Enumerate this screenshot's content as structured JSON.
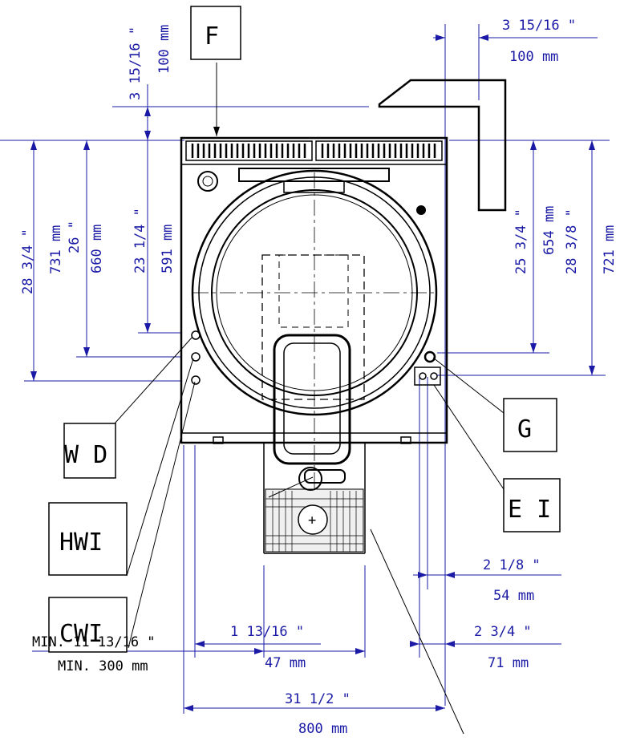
{
  "labels": {
    "F": "F",
    "G": "G",
    "EI": "E I",
    "WD": "W D",
    "HWI": "HWI",
    "CWI": "CWI"
  },
  "dims": {
    "top_in": "3 15/16 \"",
    "top_mm": "100 mm",
    "right_top_in": "3 15/16 \"",
    "right_top_mm": "100 mm",
    "left_total_in": "28 3/4 \"",
    "left_total_mm": "731 mm",
    "left_mid_in": "26 \"",
    "left_mid_mm": "660 mm",
    "left_inner_in": "23 1/4 \"",
    "left_inner_mm": "591 mm",
    "right_inner_in": "25 3/4 \"",
    "right_inner_mm": "654 mm",
    "right_total_in": "28 3/8 \"",
    "right_total_mm": "721 mm",
    "right_offset1_in": "2 1/8 \"",
    "right_offset1_mm": "54 mm",
    "right_offset2_in": "2 3/4 \"",
    "right_offset2_mm": "71 mm",
    "center_in": "1 13/16 \"",
    "center_mm": "47 mm",
    "min_in": "MIN. 11 13/16 \"",
    "min_mm": "MIN. 300 mm",
    "width_in": "31 1/2 \"",
    "width_mm": "800 mm"
  },
  "colors": {
    "dimension": "#1a1aa6",
    "outline": "#000000"
  }
}
